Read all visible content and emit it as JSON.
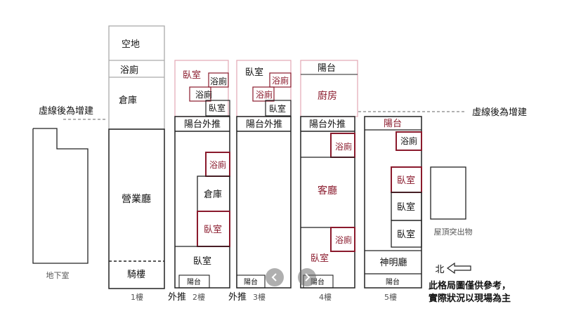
{
  "colors": {
    "outline": "#222222",
    "added": "#8a1a2c",
    "ghost": "#e2a7b3",
    "future": "#aaaaaa",
    "nav": "#6e6e6e"
  },
  "notes": {
    "left": "虛線後為增建",
    "right": "虛線後為增建",
    "disclaimer_line1": "此格局圖僅供參考，",
    "disclaimer_line2": "實際狀況以現場為主"
  },
  "compass": {
    "label": "北",
    "icon": "arrow-left-icon"
  },
  "basement": {
    "label": "地下室"
  },
  "roof": {
    "label": "屋頂突出物"
  },
  "floors": {
    "f1": {
      "label": "1樓",
      "rooms": {
        "empty_lot": "空地",
        "bathroom": "浴廁",
        "storage": "倉庫",
        "business_hall": "營業廳",
        "arcade": "騎樓"
      }
    },
    "f2": {
      "label": "2樓",
      "push_out": "外推",
      "rooms": {
        "bedroom_top": "臥室",
        "bathroom_top": "浴廁",
        "bathroom_mid": "浴廁",
        "bedroom_mid": "臥室",
        "balcony_push": "陽台外推",
        "bathroom_main": "浴廁",
        "storage": "倉庫",
        "bedroom_main": "臥室",
        "bedroom_bottom": "臥室",
        "balcony": "陽台"
      }
    },
    "f3": {
      "label": "3樓",
      "push_out": "外推",
      "rooms": {
        "bedroom_top": "臥室",
        "bathroom_top": "浴廁",
        "bathroom_mid": "浴廁",
        "bedroom_mid": "臥室",
        "balcony_push": "陽台外推",
        "balcony": "陽台"
      }
    },
    "f4": {
      "label": "4樓",
      "rooms": {
        "balcony_top": "陽台",
        "kitchen": "廚房",
        "balcony_push": "陽台外推",
        "bathroom_top": "浴廁",
        "living_room": "客廳",
        "bathroom_bottom": "浴廁",
        "bedroom": "臥室",
        "balcony": "陽台"
      }
    },
    "f5": {
      "label": "5樓",
      "rooms": {
        "balcony_top": "陽台",
        "bathroom": "浴廁",
        "bedroom_1": "臥室",
        "bedroom_2": "臥室",
        "bedroom_3": "臥室",
        "shrine_hall": "神明廳",
        "balcony": "陽台"
      }
    }
  }
}
